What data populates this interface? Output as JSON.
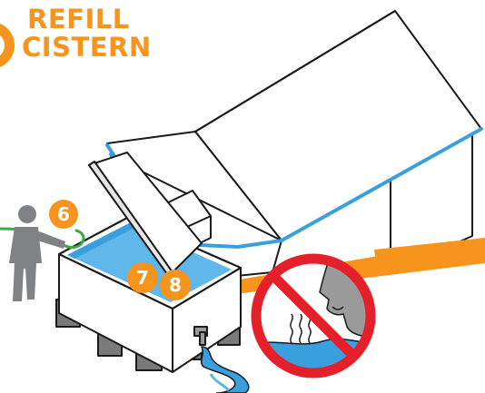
{
  "title": {
    "line1": "REFILL",
    "line2": "CISTERN"
  },
  "steps": [
    {
      "number": "6"
    },
    {
      "number": "7"
    },
    {
      "number": "8"
    }
  ],
  "colors": {
    "accent": "#f7941d",
    "water": "#3aa0dd",
    "water_light": "#5fb7ea",
    "outline": "#1a1a1a",
    "person": "#808285",
    "prohibition": "#e5202a",
    "hose": "#3aa84b"
  },
  "icons": {
    "step_badge": "circle-number-badge",
    "no_smell": "prohibition-sign-nose-icon",
    "odor": "wavy-odor-lines-icon",
    "person": "person-with-hose-icon"
  }
}
